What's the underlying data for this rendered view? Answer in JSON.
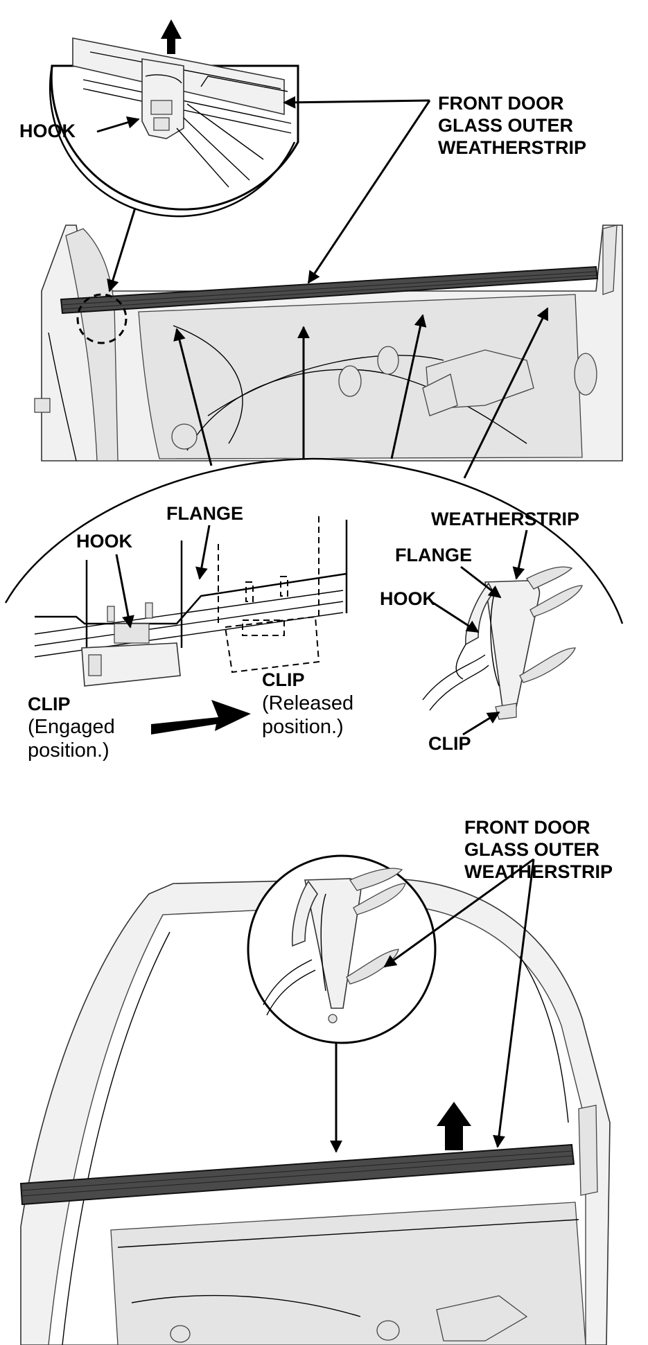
{
  "labels": {
    "hook_top": "HOOK",
    "weatherstrip_top": [
      "FRONT DOOR",
      "GLASS OUTER",
      "WEATHERSTRIP"
    ],
    "flange_left": "FLANGE",
    "hook_left": "HOOK",
    "clip_engaged": "CLIP",
    "clip_engaged_note": [
      "(Engaged",
      "position.)"
    ],
    "clip_released": "CLIP",
    "clip_released_note": [
      "(Released",
      "position.)"
    ],
    "weatherstrip_right": "WEATHERSTRIP",
    "flange_right": "FLANGE",
    "hook_right": "HOOK",
    "clip_right": "CLIP",
    "weatherstrip_bottom": [
      "FRONT DOOR",
      "GLASS OUTER",
      "WEATHERSTRIP"
    ]
  },
  "icons": {
    "removal_direction": "up-arrow-icon",
    "slide_direction": "right-arrow-icon"
  }
}
